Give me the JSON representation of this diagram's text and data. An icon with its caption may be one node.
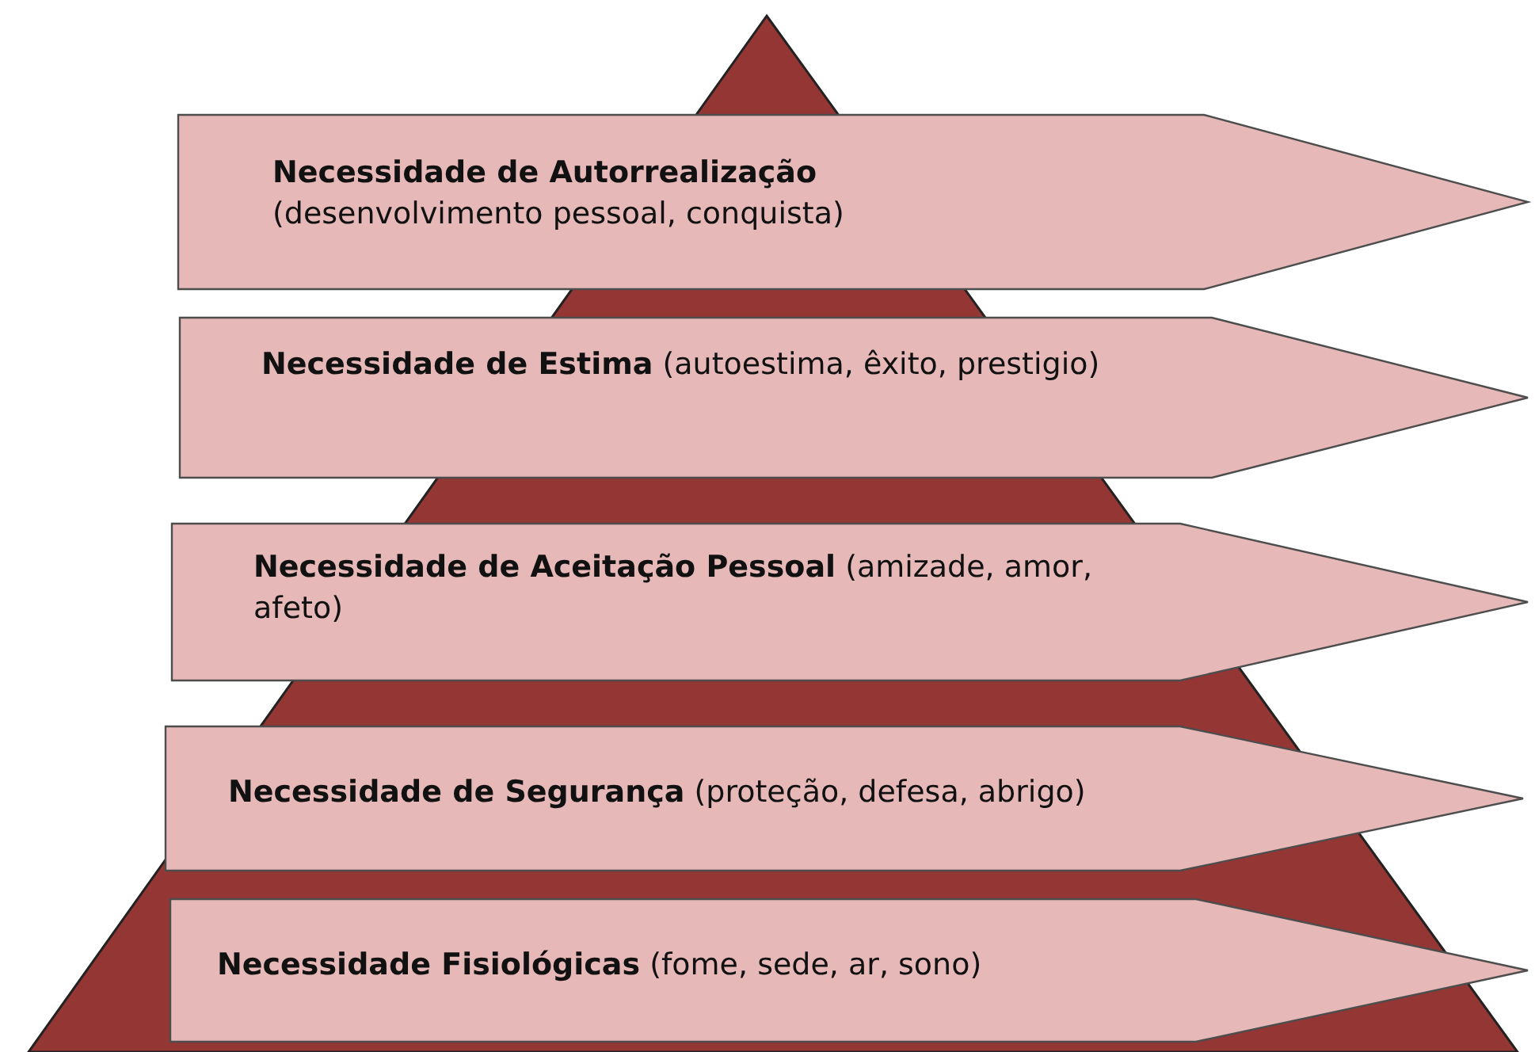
{
  "diagram": {
    "nodes": [
      {
        "text": [
          "Necessidade de Autorrealização",
          "(desenvolvimento pessoal, conquista)"
        ]
      },
      {
        "text": [
          "**Necessidade de Estima** (autoestima, êxito, prestigio)"
        ]
      },
      {
        "text": [
          "**Necessidade de Aceitação Pessoal** (amizade, amor, afeto)"
        ]
      },
      {
        "text": [
          "**Necessidade de Segurança** (proteção, defesa, abrigo)"
        ]
      },
      {
        "text": [
          "**Necessidade Fisiológicas** (fome, sede, ar, sono)"
        ]
      }
    ]
  }
}
